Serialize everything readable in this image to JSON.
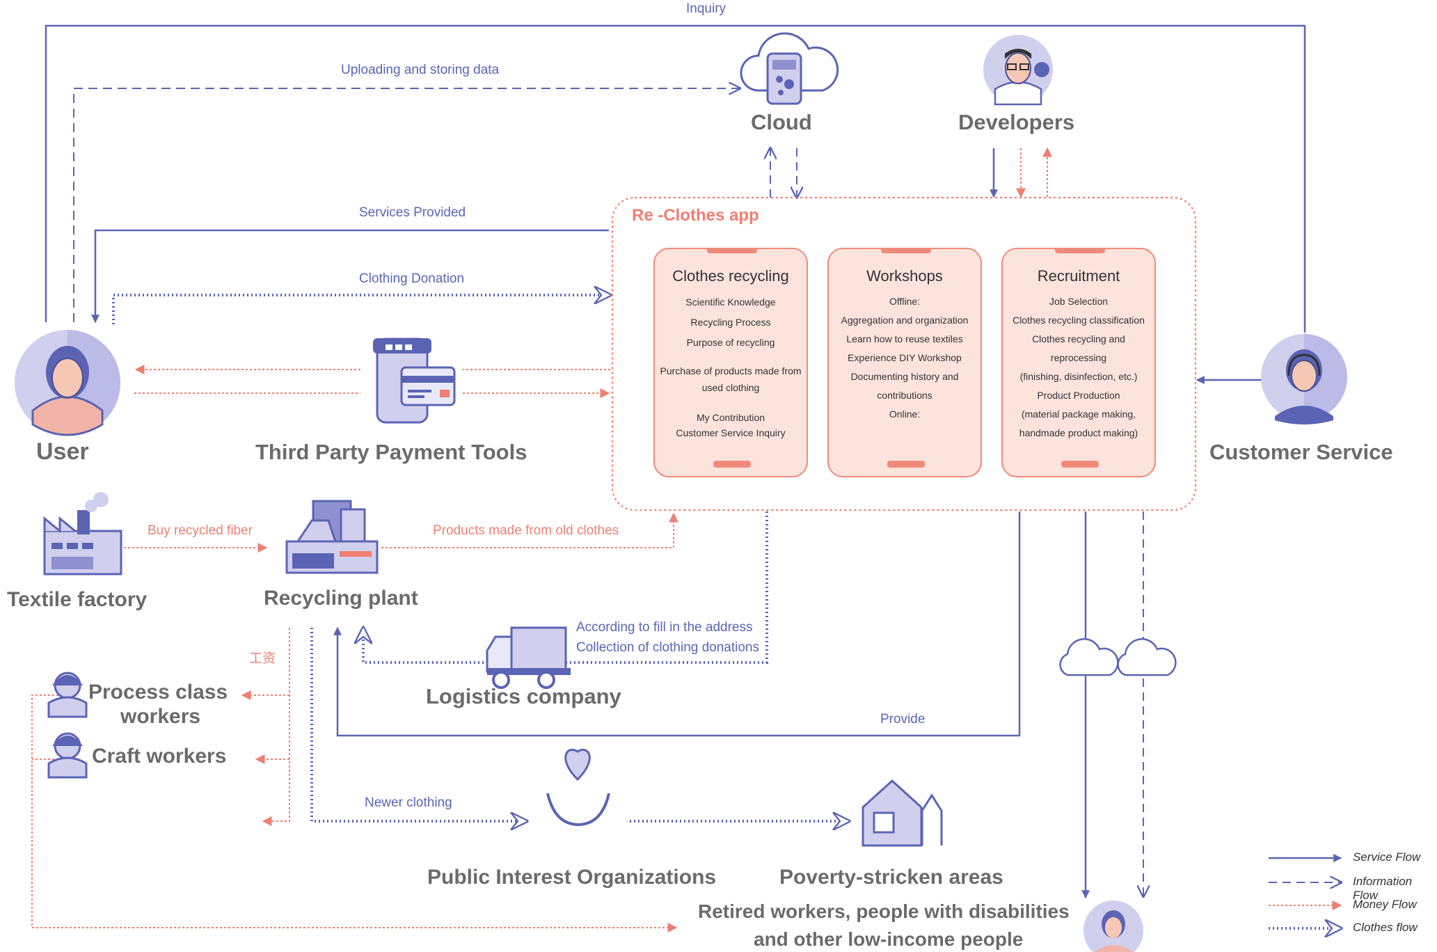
{
  "nodes": {
    "user": "User",
    "cloud": "Cloud",
    "developers": "Developers",
    "customer_service": "Customer Service",
    "payment": "Third Party Payment Tools",
    "textile": "Textile factory",
    "recycling_plant": "Recycling plant",
    "process_workers_1": "Process class",
    "process_workers_2": "workers",
    "craft_workers": "Craft workers",
    "logistics": "Logistics company",
    "public_interest": "Public Interest Organizations",
    "poverty": "Poverty-stricken areas",
    "retired_1": "Retired workers, people with disabilities",
    "retired_2": "and other low-income people"
  },
  "flows": {
    "inquiry": "Inquiry",
    "uploading": "Uploading and storing data",
    "services": "Services Provided",
    "donation": "Clothing Donation",
    "buy_fiber": "Buy recycled fiber",
    "products": "Products made from old clothes",
    "wages": "工资",
    "address_1": "According to fill in the address",
    "address_2": "Collection of clothing donations",
    "provide": "Provide",
    "newer": "Newer clothing"
  },
  "app": {
    "title": "Re -Clothes app",
    "phones": [
      {
        "title": "Clothes recycling",
        "lines": [
          "Scientific Knowledge",
          "Recycling Process",
          "Purpose of recycling",
          "",
          "Purchase of products made from",
          "used clothing",
          "",
          "My Contribution",
          "Customer Service Inquiry"
        ]
      },
      {
        "title": "Workshops",
        "lines": [
          "Offline:",
          "Aggregation and organization",
          "Learn how to reuse textiles",
          "Experience DIY Workshop",
          "Documenting history and",
          "contributions",
          "Online:"
        ]
      },
      {
        "title": "Recruitment",
        "lines": [
          "Job Selection",
          "Clothes recycling classification",
          "Clothes recycling and",
          "reprocessing",
          "(finishing, disinfection, etc.)",
          "Product Production",
          "(material package making,",
          "handmade product making)"
        ]
      }
    ]
  },
  "legend": {
    "service": "Service Flow",
    "information": "Information Flow",
    "money": "Money Flow",
    "clothes": "Clothes flow"
  },
  "colors": {
    "blue": "#5b64b4",
    "red": "#ee7f72",
    "icon_fill": "#c9c7ea",
    "icon_dark": "#5b64b4",
    "phone_fill": "#fce3dc"
  }
}
